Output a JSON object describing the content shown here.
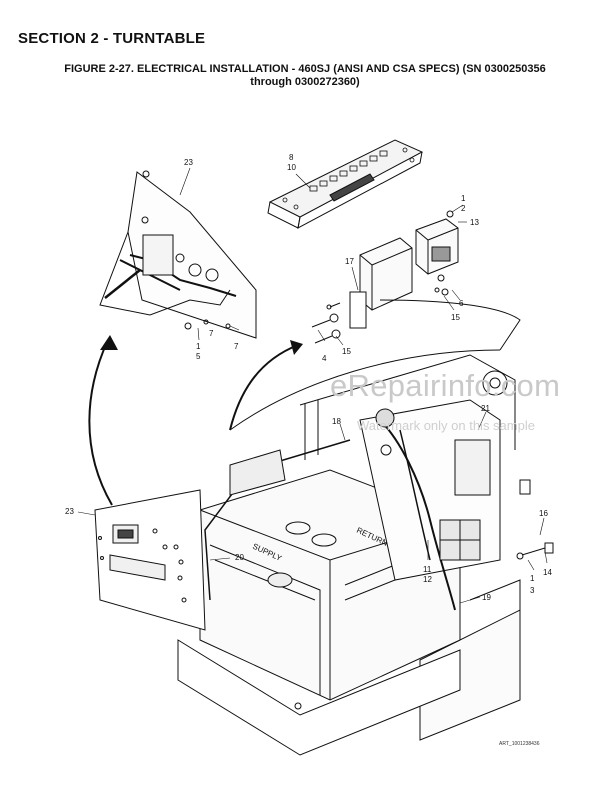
{
  "header": {
    "section": "SECTION 2 - TURNTABLE",
    "figure_title_line1": "FIGURE 2-27. ELECTRICAL INSTALLATION - 460SJ (ANSI AND CSA SPECS) (SN 0300250356",
    "figure_title_line2": "through 0300272360)"
  },
  "callouts": {
    "c23a": "23",
    "c8": "8",
    "c10": "10",
    "c1a": "1",
    "c2a": "2",
    "c13": "13",
    "c17": "17",
    "c6": "6",
    "c15a": "15",
    "c1b": "1",
    "c5": "5",
    "c7a": "7",
    "c7b": "7",
    "c4": "4",
    "c15b": "15",
    "c18": "18",
    "c21": "21",
    "c23b": "23",
    "c20": "20",
    "c16": "16",
    "c11": "11",
    "c12": "12",
    "c19": "19",
    "c1c": "1",
    "c3": "3",
    "c14": "14"
  },
  "tank_labels": {
    "supply": "SUPPLY",
    "return": "RETURN"
  },
  "watermark": {
    "main": "eRepairinfo.com",
    "sub": "Watermark only on this sample"
  },
  "art_id": "ART_1001238436"
}
